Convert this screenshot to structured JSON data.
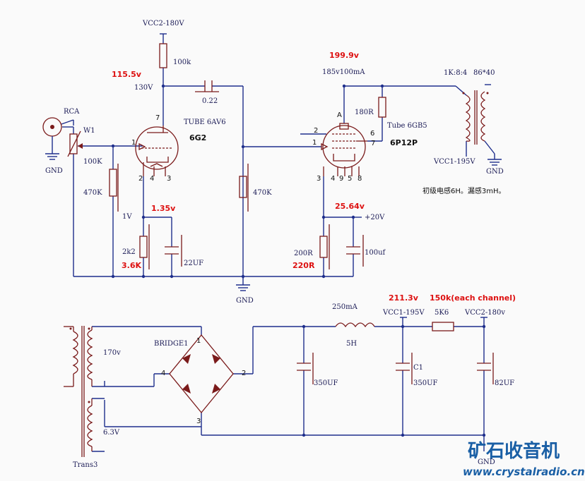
{
  "labels": {
    "vcc2_top": "VCC2-180V",
    "r_100k": "100k",
    "v_115": "115.5v",
    "v_130": "130V",
    "cap_022": "0.22",
    "tube1_name": "TUBE 6AV6",
    "tube1_sub": "6G2",
    "rca": "RCA",
    "w1": "W1",
    "gnd1": "GND",
    "r_100K": "100K",
    "r_470K_a": "470K",
    "r_470K_b": "470K",
    "v_1": "1V",
    "v_135": "1.35v",
    "r_2k2": "2k2",
    "r_36k": "3.6K",
    "c_22uf": "22UF",
    "gnd_mid": "GND",
    "v_199": "199.9v",
    "op_185": "185v100mA",
    "r_180": "180R",
    "tube2_name": "Tube 6GB5",
    "tube2_sub": "6P12P",
    "xfmr_ratio": "1K:8:4",
    "xfmr_core": "86*40",
    "vcc1_out": "VCC1-195V",
    "gnd_out": "GND",
    "note_cn": "初级电感6H。漏感3mH。",
    "v_2564": "25.64v",
    "v_20": "+20V",
    "r_200": "200R",
    "r_220": "220R",
    "c_100uf": "100uf",
    "v_2113": "211.3v",
    "v_150k": "150k(each channel)",
    "ma_250": "250mA",
    "vcc1_ps": "VCC1-195V",
    "r_5k6": "5K6",
    "vcc2_ps": "VCC2-180v",
    "h_5": "5H",
    "bridge": "BRIDGE1",
    "v_170": "170v",
    "v_63": "6.3V",
    "trans": "Trans3",
    "c_350a": "350UF",
    "c1": "C1",
    "c_350b": "350UF",
    "c_82": "82UF",
    "gnd_bottom": "GND",
    "logo": "矿石收音机",
    "url": "www.crystalradio.cn"
  },
  "pins": {
    "t1_p7": "7",
    "t1_p1": "1",
    "t1_p2": "2",
    "t1_p4": "4",
    "t1_p3": "3",
    "t2_pA": "A",
    "t2_p2": "2",
    "t2_p1": "1",
    "t2_p6": "6",
    "t2_p7": "7",
    "t2_p3": "3",
    "t2_p4": "4",
    "t2_p9": "9",
    "t2_p5": "5",
    "t2_p8": "8",
    "br_1": "1",
    "br_2": "2",
    "br_3": "3",
    "br_4": "4"
  },
  "colors": {
    "wire": "#1e2e8c",
    "component": "#7a1a1a",
    "voltage_annotation": "#d11111",
    "logo": "#1a5fa5"
  }
}
